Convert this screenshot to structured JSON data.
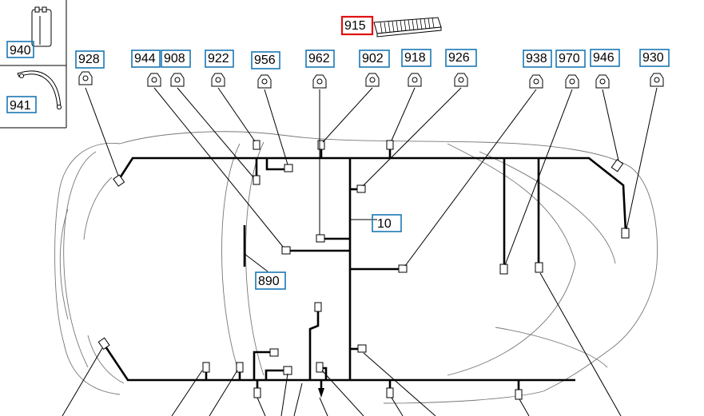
{
  "diagram": {
    "main_label": "10",
    "component_label": "890",
    "selected": {
      "label": "915",
      "color": "#e01010"
    },
    "legend": [
      {
        "label": "940",
        "icon": "connector-block-icon"
      },
      {
        "label": "941",
        "icon": "curved-bracket-icon"
      }
    ],
    "top_labels": [
      "928",
      "944",
      "908",
      "922",
      "956",
      "962",
      "902",
      "918",
      "926",
      "938",
      "970",
      "946",
      "930"
    ],
    "box_color": "#1a78b4"
  }
}
